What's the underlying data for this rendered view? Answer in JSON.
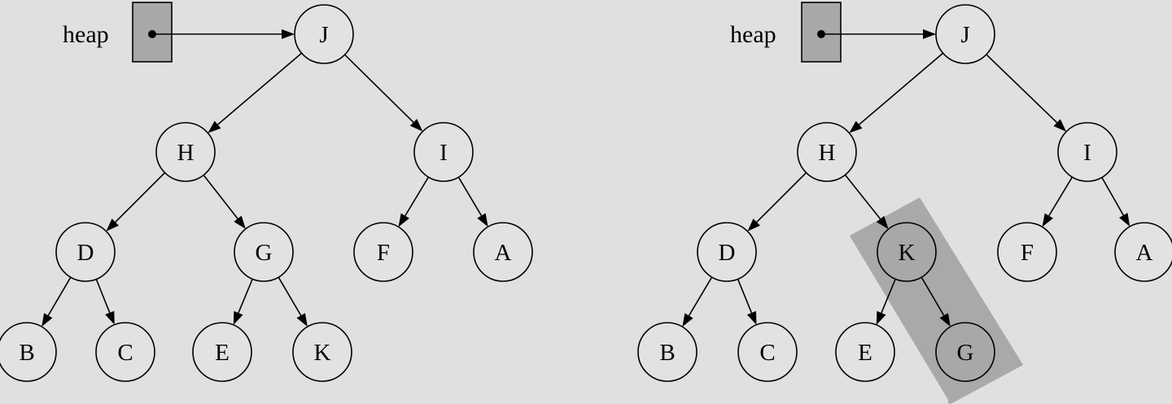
{
  "heap_label": "heap",
  "left_tree": {
    "nodes": [
      {
        "id": "J",
        "label": "J"
      },
      {
        "id": "H",
        "label": "H"
      },
      {
        "id": "I",
        "label": "I"
      },
      {
        "id": "D",
        "label": "D"
      },
      {
        "id": "G",
        "label": "G"
      },
      {
        "id": "F",
        "label": "F"
      },
      {
        "id": "A",
        "label": "A"
      },
      {
        "id": "B",
        "label": "B"
      },
      {
        "id": "C",
        "label": "C"
      },
      {
        "id": "E",
        "label": "E"
      },
      {
        "id": "K",
        "label": "K"
      }
    ],
    "edges": [
      [
        "J",
        "H"
      ],
      [
        "J",
        "I"
      ],
      [
        "H",
        "D"
      ],
      [
        "H",
        "G"
      ],
      [
        "I",
        "F"
      ],
      [
        "I",
        "A"
      ],
      [
        "D",
        "B"
      ],
      [
        "D",
        "C"
      ],
      [
        "G",
        "E"
      ],
      [
        "G",
        "K"
      ]
    ]
  },
  "right_tree": {
    "nodes": [
      {
        "id": "J",
        "label": "J"
      },
      {
        "id": "H",
        "label": "H"
      },
      {
        "id": "I",
        "label": "I"
      },
      {
        "id": "D",
        "label": "D"
      },
      {
        "id": "K",
        "label": "K",
        "highlighted": true
      },
      {
        "id": "F",
        "label": "F"
      },
      {
        "id": "A",
        "label": "A"
      },
      {
        "id": "B",
        "label": "B"
      },
      {
        "id": "C",
        "label": "C"
      },
      {
        "id": "E",
        "label": "E"
      },
      {
        "id": "G",
        "label": "G",
        "highlighted": true
      }
    ],
    "edges": [
      [
        "J",
        "H"
      ],
      [
        "J",
        "I"
      ],
      [
        "H",
        "D"
      ],
      [
        "H",
        "K"
      ],
      [
        "I",
        "F"
      ],
      [
        "I",
        "A"
      ],
      [
        "D",
        "B"
      ],
      [
        "D",
        "C"
      ],
      [
        "K",
        "E"
      ],
      [
        "K",
        "G"
      ]
    ]
  },
  "colors": {
    "background": "#e0e0e0",
    "node_fill": "#e2e2e2",
    "highlight_fill": "#a8a8a8",
    "heap_box_fill": "#a8a8a8",
    "stroke": "#000000"
  }
}
